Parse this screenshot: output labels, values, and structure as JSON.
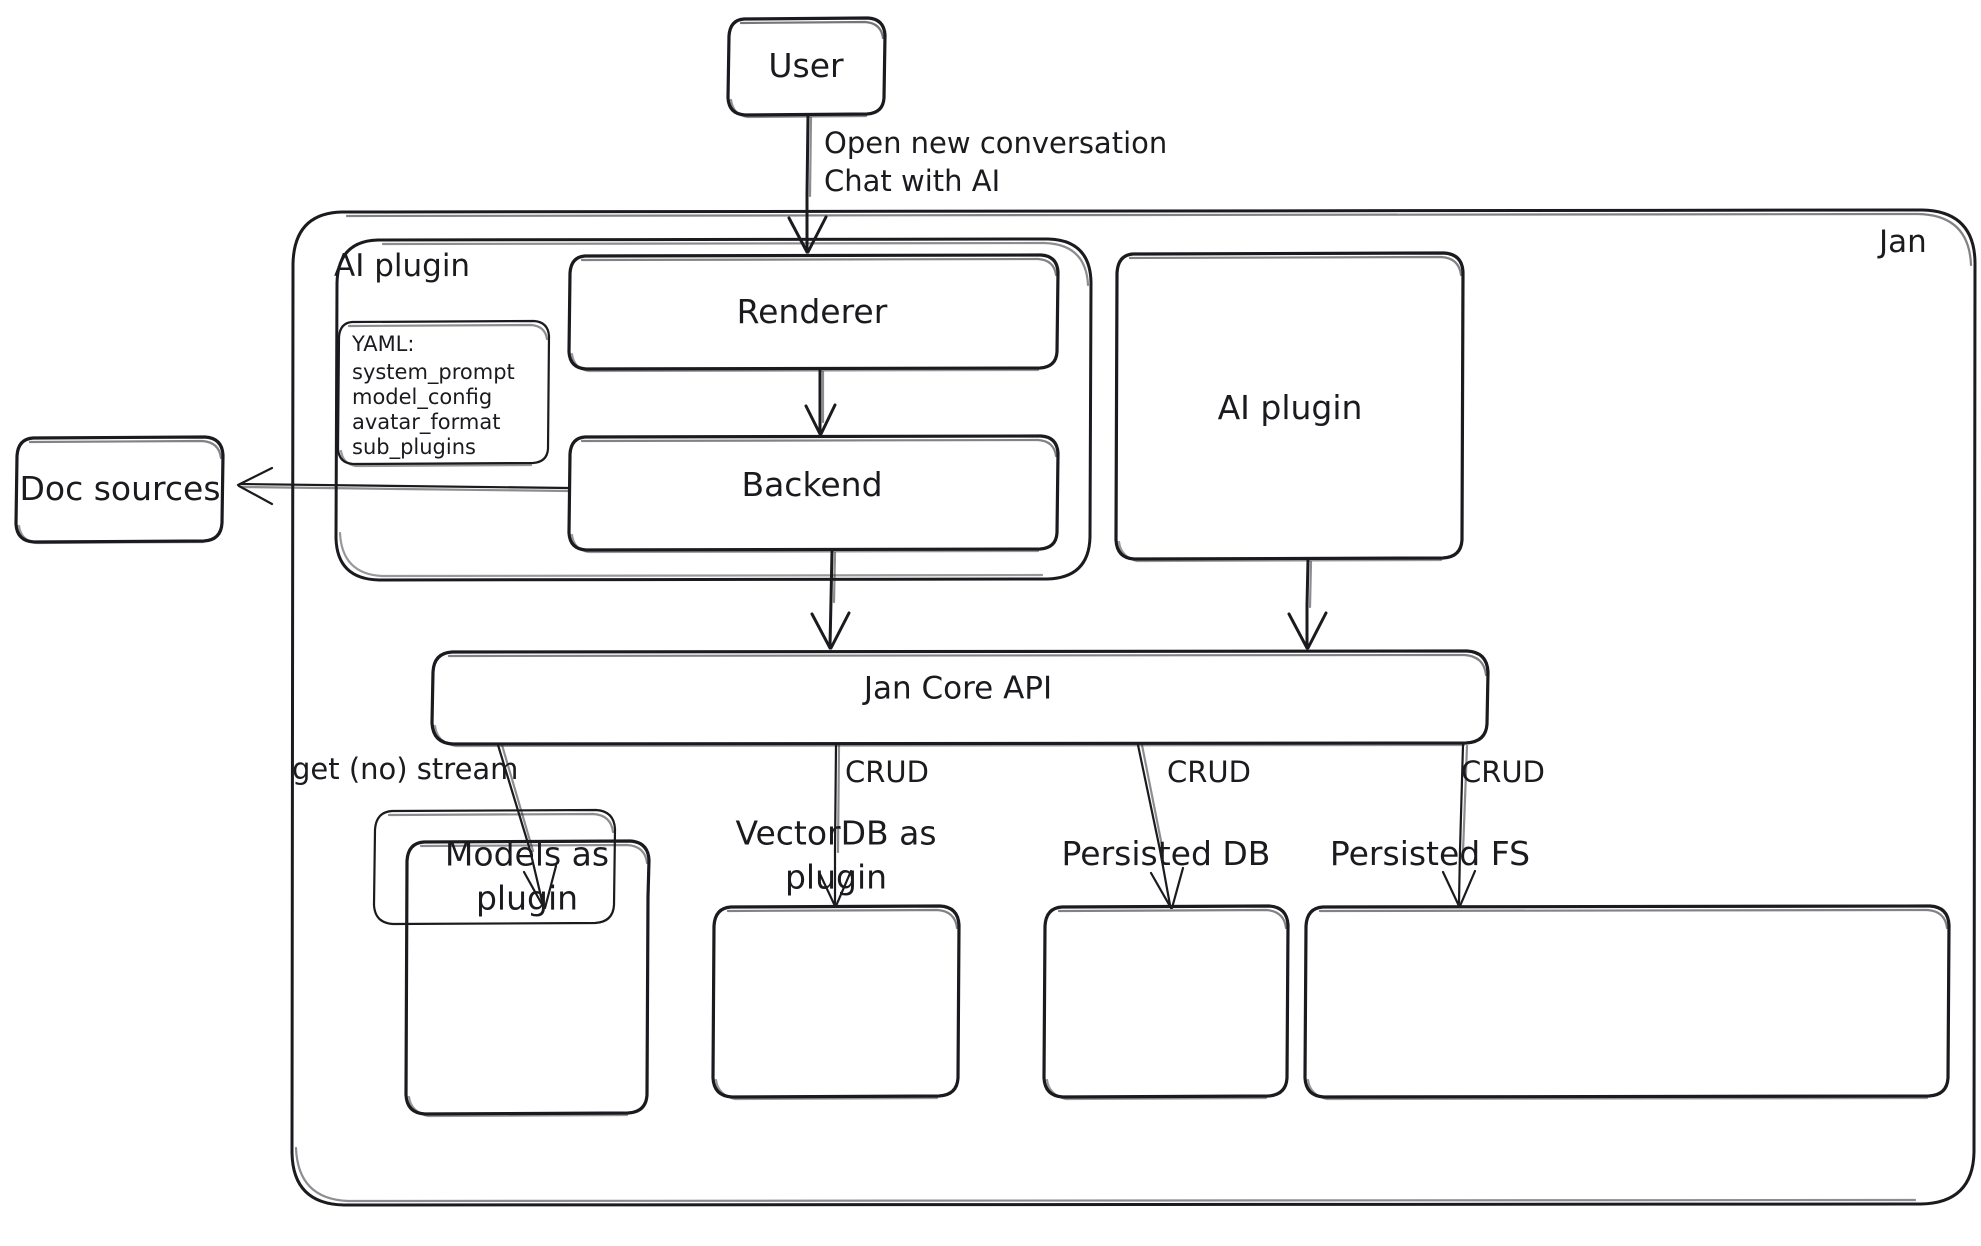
{
  "diagram": {
    "type": "architecture-flowchart",
    "style": "hand-drawn",
    "background_color": "#ffffff",
    "stroke_color": "#1b1b1f"
  },
  "nodes": {
    "user": {
      "label": "User"
    },
    "renderer": {
      "label": "Renderer"
    },
    "backend": {
      "label": "Backend"
    },
    "ai_plugin_right": {
      "label": "AI plugin"
    },
    "doc_sources": {
      "label": "Doc sources"
    },
    "jan_core_api": {
      "label": "Jan Core API"
    },
    "models_plugin": {
      "label": "Models as\nplugin"
    },
    "vectordb_plugin": {
      "label": "VectorDB as\nplugin"
    },
    "persisted_db": {
      "label": "Persisted DB"
    },
    "persisted_fs": {
      "label": "Persisted FS"
    }
  },
  "groups": {
    "jan": {
      "label": "Jan"
    },
    "ai_plugin": {
      "label": "AI plugin"
    }
  },
  "yaml_note": {
    "title": "YAML:",
    "keys": [
      "system_prompt",
      "model_config",
      "avatar_format",
      "sub_plugins"
    ]
  },
  "edge_labels": {
    "user_to_renderer": "Open new conversation\nChat with AI",
    "core_to_models": "get (no) stream",
    "core_to_vectordb": "CRUD",
    "core_to_persisted_db": "CRUD",
    "core_to_persisted_fs": "CRUD"
  }
}
